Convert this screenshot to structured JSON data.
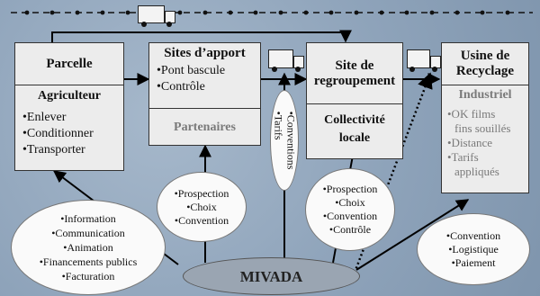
{
  "boxes": {
    "parcelle": {
      "title": "Parcelle",
      "role": "Agriculteur",
      "items": [
        "•Enlever",
        "•Conditionner",
        "•Transporter"
      ]
    },
    "sites": {
      "title": "Sites d’apport",
      "items": [
        "•Pont bascule",
        "•Contrôle"
      ],
      "role": "Partenaires"
    },
    "regroupement": {
      "title_1": "Site de",
      "title_2": "regroupement",
      "role_1": "Collectivité",
      "role_2": "locale"
    },
    "usine": {
      "title_1": "Usine de",
      "title_2": "Recyclage",
      "role": "Industriel",
      "items": [
        "•OK films",
        "fins souillés",
        "•Distance",
        "•Tarifs",
        "appliqués"
      ]
    }
  },
  "ellipses": {
    "info": [
      "•Information",
      "•Communication",
      "•Animation",
      "•Financements publics",
      "•Facturation"
    ],
    "sites": [
      "•Prospection",
      "•Choix",
      "•Convention"
    ],
    "regroupement": [
      "•Prospection",
      "•Choix",
      "•Convention",
      "•Contrôle"
    ],
    "usine": [
      "•Convention",
      "•Logistique",
      "•Paiement"
    ],
    "vertical": [
      "•Conventions",
      "•Tarifs"
    ]
  },
  "center": "MIVADA"
}
